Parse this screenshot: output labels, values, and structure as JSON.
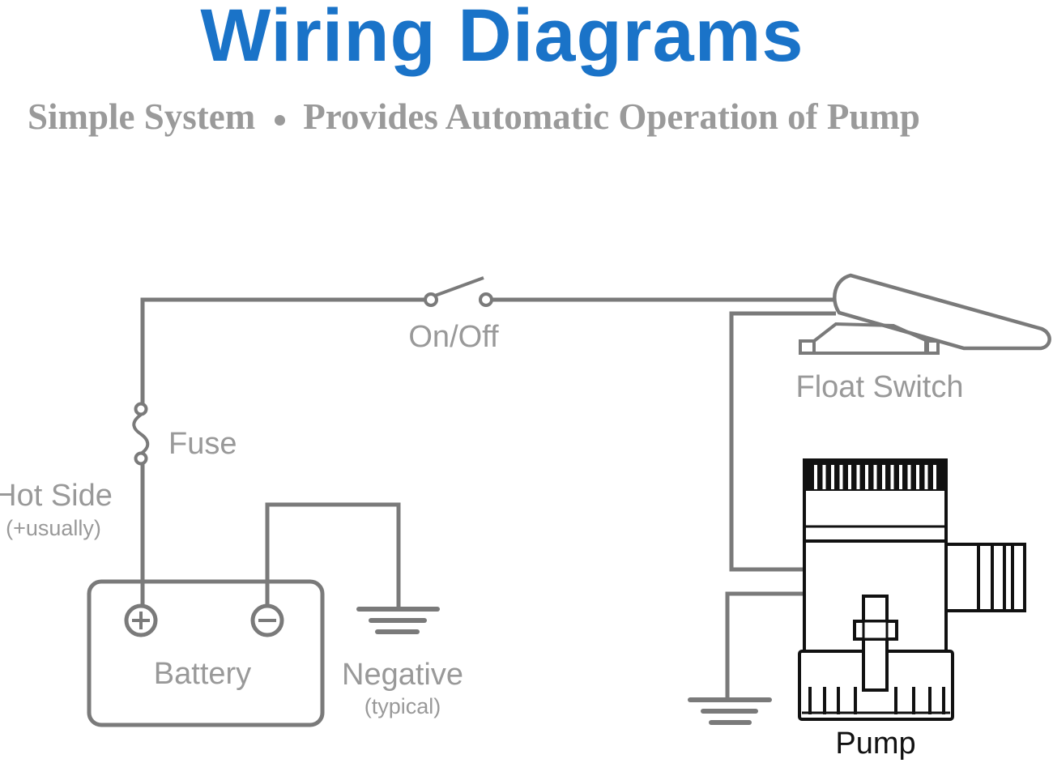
{
  "title": "Wiring Diagrams",
  "subtitle": {
    "left": "Simple System",
    "right": "Provides Automatic Operation of Pump"
  },
  "labels": {
    "switch": "On/Off",
    "float_switch": "Float Switch",
    "fuse": "Fuse",
    "hot_side": "Hot Side",
    "hot_side_note": "(+usually)",
    "battery": "Battery",
    "negative": "Negative",
    "negative_note": "(typical)",
    "pump": "Pump"
  },
  "colors": {
    "title": "#1a73c8",
    "wire": "#7a7a7a",
    "label": "#999999",
    "pump": "#111111"
  }
}
